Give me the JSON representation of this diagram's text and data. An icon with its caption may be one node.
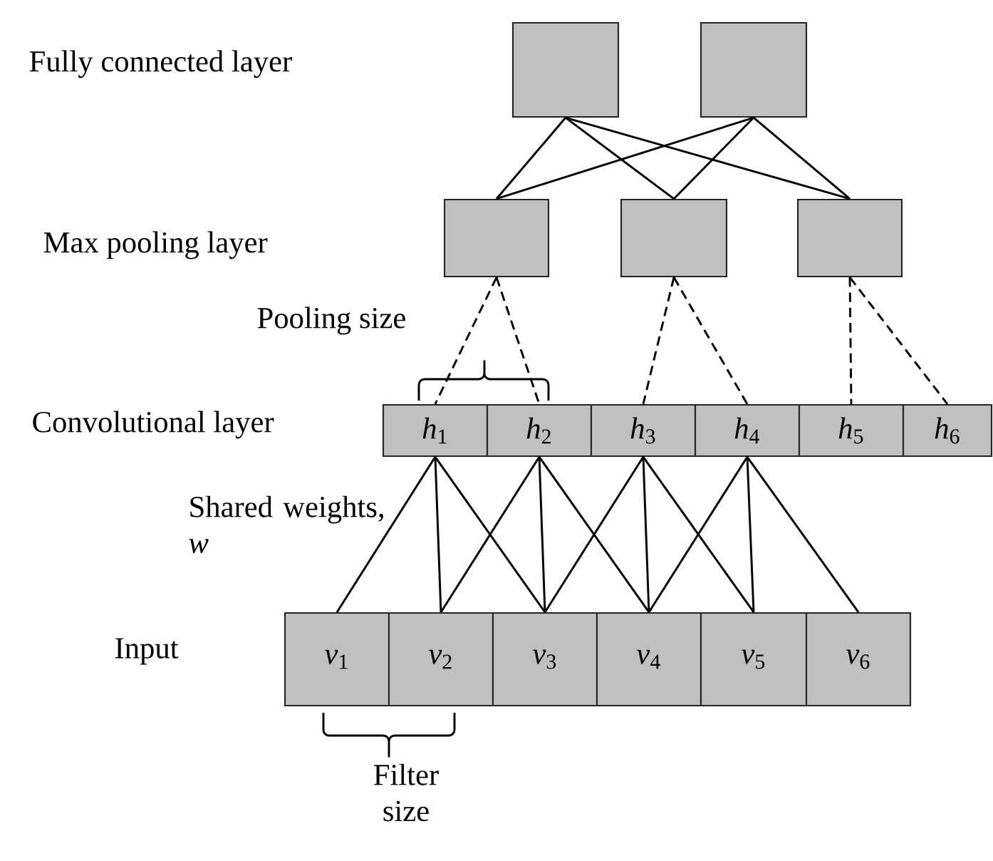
{
  "diagram": {
    "nodes": [
      {
        "text": [],
        "shape": "box"
      },
      {
        "text": [],
        "shape": "box"
      },
      {
        "text": [],
        "shape": "box"
      },
      {
        "text": [],
        "shape": "box"
      },
      {
        "text": [],
        "shape": "box"
      },
      {
        "text": [
          "*h*$_{1}$"
        ]
      },
      {
        "text": [
          "*h*$_{2}$"
        ]
      },
      {
        "text": [
          "*h*$_{3}$"
        ]
      },
      {
        "text": [
          "*h*$_{4}$"
        ]
      },
      {
        "text": [
          "*h*$_{5}$"
        ]
      },
      {
        "text": [
          "*h*$_{6}$"
        ]
      },
      {
        "text": [
          "*v*$_{1}$"
        ]
      },
      {
        "text": [
          "*v*$_{2}$"
        ]
      },
      {
        "text": [
          "*v*$_{3}$"
        ]
      },
      {
        "text": [
          "*v*$_{4}$"
        ]
      },
      {
        "text": [
          "*v*$_{5}$"
        ]
      },
      {
        "text": [
          "*v*$_{6}$"
        ]
      }
    ],
    "edges": [
      {
        "from": 0,
        "to": 2,
        "arrow": "none"
      },
      {
        "from": 0,
        "to": 3,
        "arrow": "none"
      },
      {
        "from": 0,
        "to": 4,
        "arrow": "none"
      },
      {
        "from": 1,
        "to": 2,
        "arrow": "none"
      },
      {
        "from": 1,
        "to": 3,
        "arrow": "none"
      },
      {
        "from": 1,
        "to": 4,
        "arrow": "none"
      },
      {
        "from": 2,
        "to": 5,
        "arrow": "none",
        "style": "dashed"
      },
      {
        "from": 2,
        "to": 6,
        "arrow": "none",
        "style": "dashed"
      },
      {
        "from": 3,
        "to": 7,
        "arrow": "none",
        "style": "dashed"
      },
      {
        "from": 3,
        "to": 8,
        "arrow": "none",
        "style": "dashed"
      },
      {
        "from": 4,
        "to": 9,
        "arrow": "none",
        "style": "dashed"
      },
      {
        "from": 4,
        "to": 10,
        "arrow": "none",
        "style": "dashed"
      },
      {
        "from": 5,
        "to": 11,
        "arrow": "none"
      },
      {
        "from": 5,
        "to": 12,
        "arrow": "none"
      },
      {
        "from": 5,
        "to": 13,
        "arrow": "none"
      },
      {
        "from": 6,
        "to": 12,
        "arrow": "none"
      },
      {
        "from": 6,
        "to": 13,
        "arrow": "none"
      },
      {
        "from": 6,
        "to": 14,
        "arrow": "none"
      },
      {
        "from": 7,
        "to": 13,
        "arrow": "none"
      },
      {
        "from": 7,
        "to": 14,
        "arrow": "none"
      },
      {
        "from": 7,
        "to": 15,
        "arrow": "none"
      },
      {
        "from": 8,
        "to": 14,
        "arrow": "none"
      },
      {
        "from": 8,
        "to": 15,
        "arrow": "none"
      },
      {
        "from": 8,
        "to": 16,
        "arrow": "none"
      }
    ],
    "labels": [
      "Fully connected layer",
      "Max pooling layer",
      "Pooling size",
      "Convolutional layer",
      "Shared weights, *w*",
      "Input",
      "Filter size"
    ]
  }
}
